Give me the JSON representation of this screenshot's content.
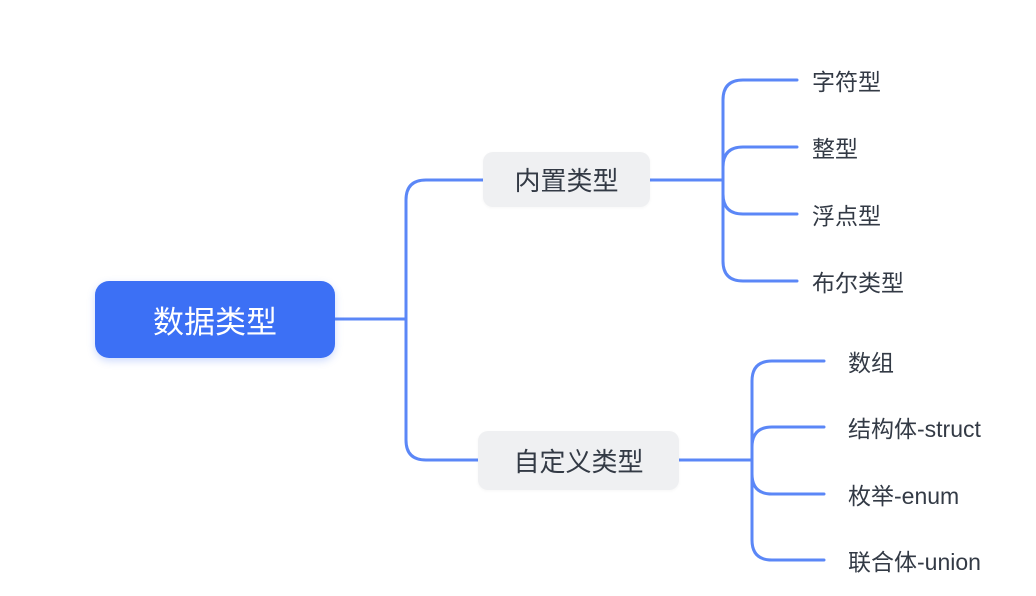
{
  "colors": {
    "background": "#ffffff",
    "root_node_bg": "#3c70f5",
    "root_node_text": "#ffffff",
    "branch_node_bg": "#eff0f2",
    "branch_node_text": "#333a45",
    "leaf_text": "#333a45",
    "connector_line": "#5b87f7"
  },
  "mindmap": {
    "root": {
      "label": "数据类型"
    },
    "branches": [
      {
        "label": "内置类型",
        "children": [
          {
            "label": "字符型"
          },
          {
            "label": "整型"
          },
          {
            "label": "浮点型"
          },
          {
            "label": "布尔类型"
          }
        ]
      },
      {
        "label": "自定义类型",
        "children": [
          {
            "label": "数组"
          },
          {
            "label": "结构体-struct"
          },
          {
            "label": "枚举-enum"
          },
          {
            "label": "联合体-union"
          }
        ]
      }
    ]
  }
}
